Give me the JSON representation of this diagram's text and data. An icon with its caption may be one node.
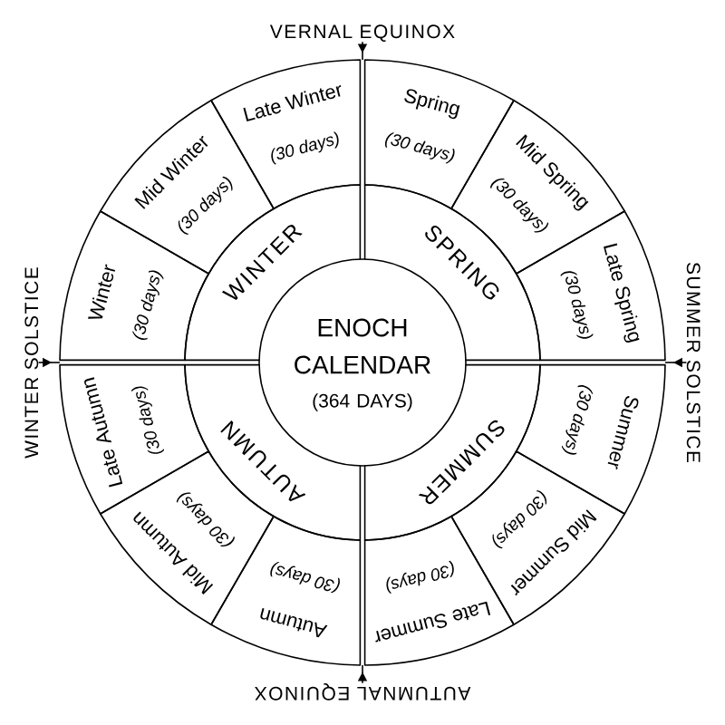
{
  "diagram": {
    "nodes": [
      {
        "text": [
          "ENOCH CALENDAR",
          "(364 DAYS)"
        ]
      },
      {
        "text": [
          "WINTER"
        ]
      },
      {
        "text": [
          "SPRING"
        ]
      },
      {
        "text": [
          "SUMMER"
        ]
      },
      {
        "text": [
          "AUTUMN"
        ]
      },
      {
        "text": [
          "Winter",
          "(30 days)"
        ]
      },
      {
        "text": [
          "Mid Winter",
          "(30 days)"
        ]
      },
      {
        "text": [
          "Late Winter",
          "(30 days)"
        ]
      },
      {
        "text": [
          "Spring",
          "(30 days)"
        ]
      },
      {
        "text": [
          "Mid Spring",
          "(30 days)"
        ]
      },
      {
        "text": [
          "Late Spring",
          "(30 days)"
        ]
      },
      {
        "text": [
          "Summer",
          "(30 days)"
        ]
      },
      {
        "text": [
          "Mid Summer",
          "(30 days)"
        ]
      },
      {
        "text": [
          "Late Summer",
          "(30 days)"
        ]
      },
      {
        "text": [
          "Autumn",
          "(30 days)"
        ]
      },
      {
        "text": [
          "Mid Autumn",
          "(30 days)"
        ]
      },
      {
        "text": [
          "Late Autumn",
          "(30 days)"
        ]
      },
      {
        "text": [
          "VERNAL EQUINOX"
        ]
      },
      {
        "text": [
          "SUMMER SOLSTICE"
        ]
      },
      {
        "text": [
          "AUTUMNAL EQUINOX"
        ]
      },
      {
        "text": [
          "WINTER SOLSTICE"
        ]
      }
    ],
    "edges": [
      {
        "from": 17,
        "to": null,
        "arrow": "to"
      },
      {
        "from": 18,
        "to": null,
        "arrow": "to"
      },
      {
        "from": 19,
        "to": null,
        "arrow": "to"
      },
      {
        "from": 20,
        "to": null,
        "arrow": "to"
      }
    ]
  }
}
